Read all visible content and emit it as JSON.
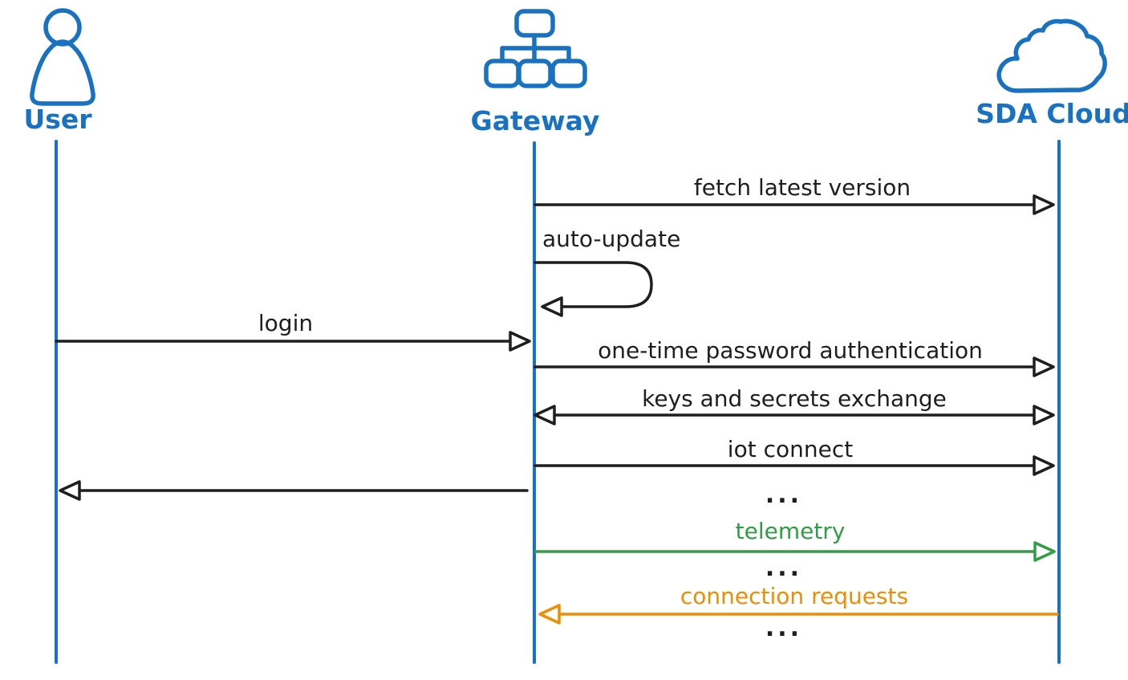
{
  "colors": {
    "blue": "#1971c2",
    "ink": "#1e1e1e",
    "green": "#2f9e44",
    "orange": "#f08c00",
    "bg": "#ffffff"
  },
  "actors": [
    {
      "id": "user",
      "label": "User",
      "icon": "person-icon"
    },
    {
      "id": "gateway",
      "label": "Gateway",
      "icon": "network-tree-icon"
    },
    {
      "id": "cloud",
      "label": "SDA Cloud",
      "icon": "cloud-icon"
    }
  ],
  "messages": [
    {
      "label": "fetch latest version",
      "from": "gateway",
      "to": "cloud",
      "color": "ink",
      "shape": "arrow"
    },
    {
      "label": "auto-update",
      "from": "gateway",
      "to": "gateway",
      "color": "ink",
      "shape": "self-loop"
    },
    {
      "label": "login",
      "from": "user",
      "to": "gateway",
      "color": "ink",
      "shape": "arrow"
    },
    {
      "label": "one-time password authentication",
      "from": "gateway",
      "to": "cloud",
      "color": "ink",
      "shape": "arrow"
    },
    {
      "label": "keys and secrets exchange",
      "from": "gateway",
      "to": "cloud",
      "color": "ink",
      "shape": "arrow",
      "bidirectional": true
    },
    {
      "label": "iot connect",
      "from": "gateway",
      "to": "cloud",
      "color": "ink",
      "shape": "arrow"
    },
    {
      "label": "",
      "from": "gateway",
      "to": "user",
      "color": "ink",
      "shape": "arrow"
    },
    {
      "label": "...",
      "shape": "ellipsis"
    },
    {
      "label": "telemetry",
      "from": "gateway",
      "to": "cloud",
      "color": "green",
      "shape": "arrow"
    },
    {
      "label": "...",
      "shape": "ellipsis"
    },
    {
      "label": "connection requests",
      "from": "cloud",
      "to": "gateway",
      "color": "orange",
      "shape": "arrow"
    },
    {
      "label": "...",
      "shape": "ellipsis"
    }
  ]
}
